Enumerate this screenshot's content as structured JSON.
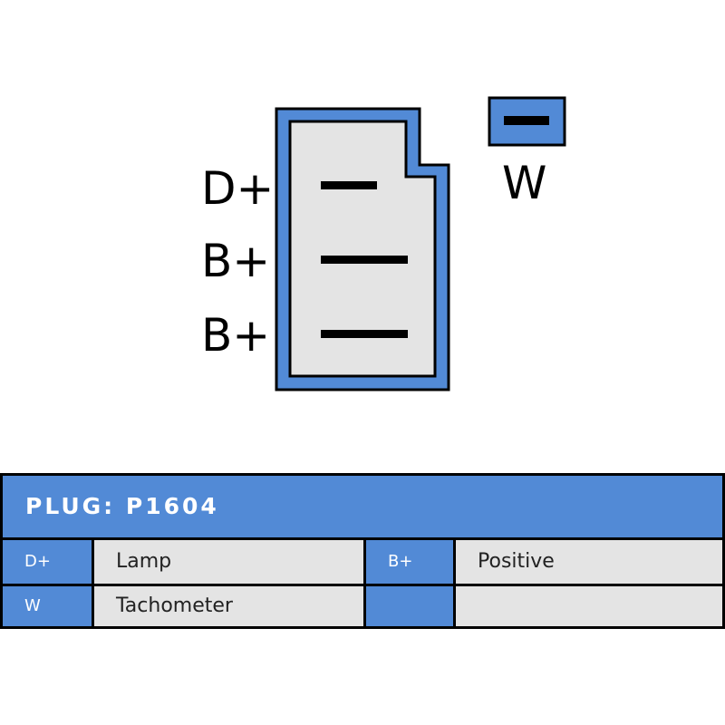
{
  "connector": {
    "pins": [
      "D+",
      "B+",
      "B+"
    ],
    "separate_pin": "W"
  },
  "table": {
    "title": "PLUG: P1604",
    "rows": [
      [
        {
          "key": "D+",
          "value": "Lamp"
        },
        {
          "key": "B+",
          "value": "Positive"
        }
      ],
      [
        {
          "key": "W",
          "value": "Tachometer"
        },
        {
          "key": "",
          "value": ""
        }
      ]
    ]
  },
  "colors": {
    "connector_blue": "#528ad6",
    "connector_fill": "#e4e4e4",
    "outline": "#000000"
  }
}
